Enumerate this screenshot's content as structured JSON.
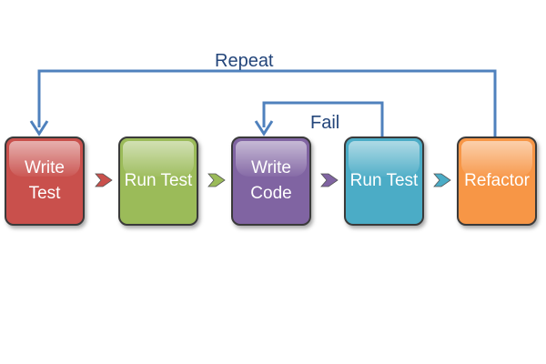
{
  "steps": [
    {
      "label": "Write\nTest",
      "color": "#c9504c"
    },
    {
      "label": "Run Test",
      "color": "#9bbb59"
    },
    {
      "label": "Write\nCode",
      "color": "#8064a2"
    },
    {
      "label": "Run Test",
      "color": "#4bacc6"
    },
    {
      "label": "Refactor",
      "color": "#f79646"
    }
  ],
  "arrow_color": "#4f81bd",
  "loops": {
    "repeat": "Repeat",
    "fail": "Fail"
  },
  "icons": {
    "step_connector": "chevron-right-icon",
    "loop_arrowhead": "arrowhead-down-icon"
  }
}
